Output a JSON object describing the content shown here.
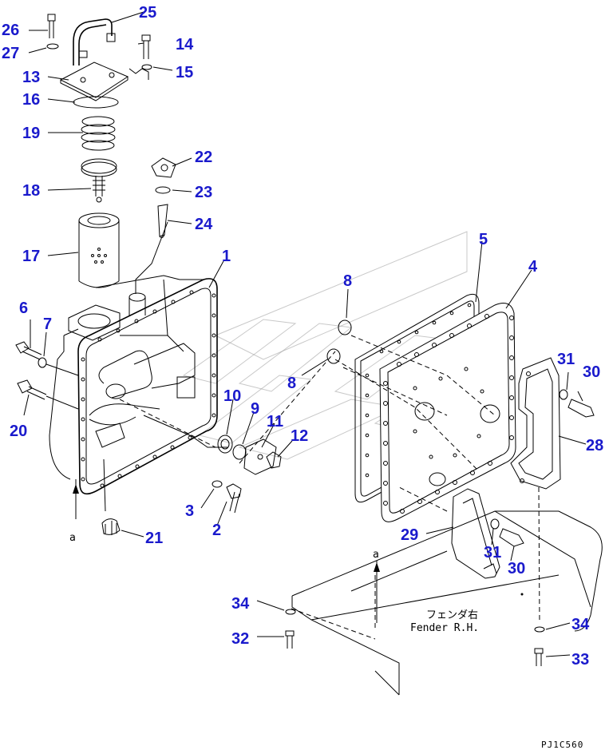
{
  "callouts": [
    "1",
    "2",
    "3",
    "4",
    "5",
    "6",
    "7",
    "8",
    "8",
    "9",
    "10",
    "11",
    "12",
    "13",
    "14",
    "15",
    "16",
    "17",
    "18",
    "19",
    "20",
    "21",
    "22",
    "23",
    "24",
    "25",
    "26",
    "27",
    "28",
    "29",
    "30",
    "30",
    "31",
    "31",
    "32",
    "33",
    "34",
    "34"
  ],
  "arrow_labels": [
    "a",
    "a"
  ],
  "fender_label_jp": "フェンダ右",
  "fender_label_en": "Fender R.H.",
  "drawing_code": "PJ1C560",
  "colors": {
    "callout": "#1a1acc",
    "line": "#000000"
  }
}
